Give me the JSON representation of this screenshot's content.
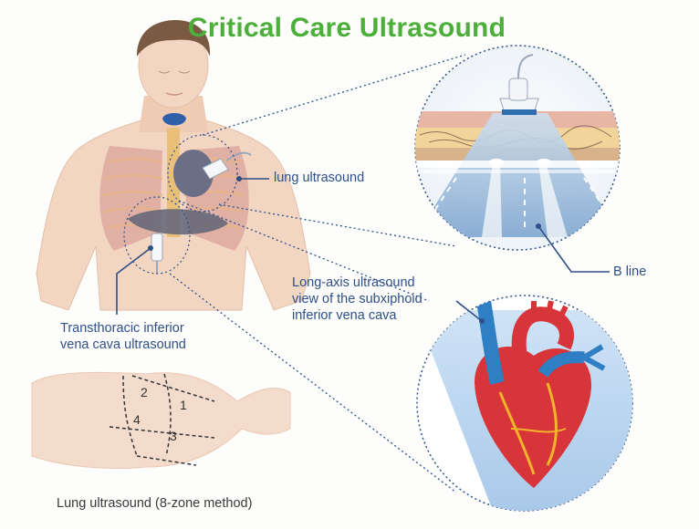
{
  "title": "Critical Care Ultrasound",
  "labels": {
    "lung_ultrasound": "lung ultrasound",
    "b_line": "B line",
    "ivc_long_axis_line1": "Long-axis ultrasound",
    "ivc_long_axis_line2": "view of the subxiphoid",
    "ivc_long_axis_line3": "inferior vena cava",
    "transthoracic_line1": "Transthoracic inferior",
    "transthoracic_line2": "vena cava ultrasound",
    "eight_zone": "Lung ultrasound (8-zone method)"
  },
  "zones": [
    "2",
    "1",
    "4",
    "3"
  ],
  "colors": {
    "title": "#4caf3a",
    "label": "#2e4f87",
    "skin": "#f1d3be",
    "dotted_line": "#2e4f87",
    "heart_red": "#d8353a",
    "vessel_blue": "#2f7fc5"
  }
}
